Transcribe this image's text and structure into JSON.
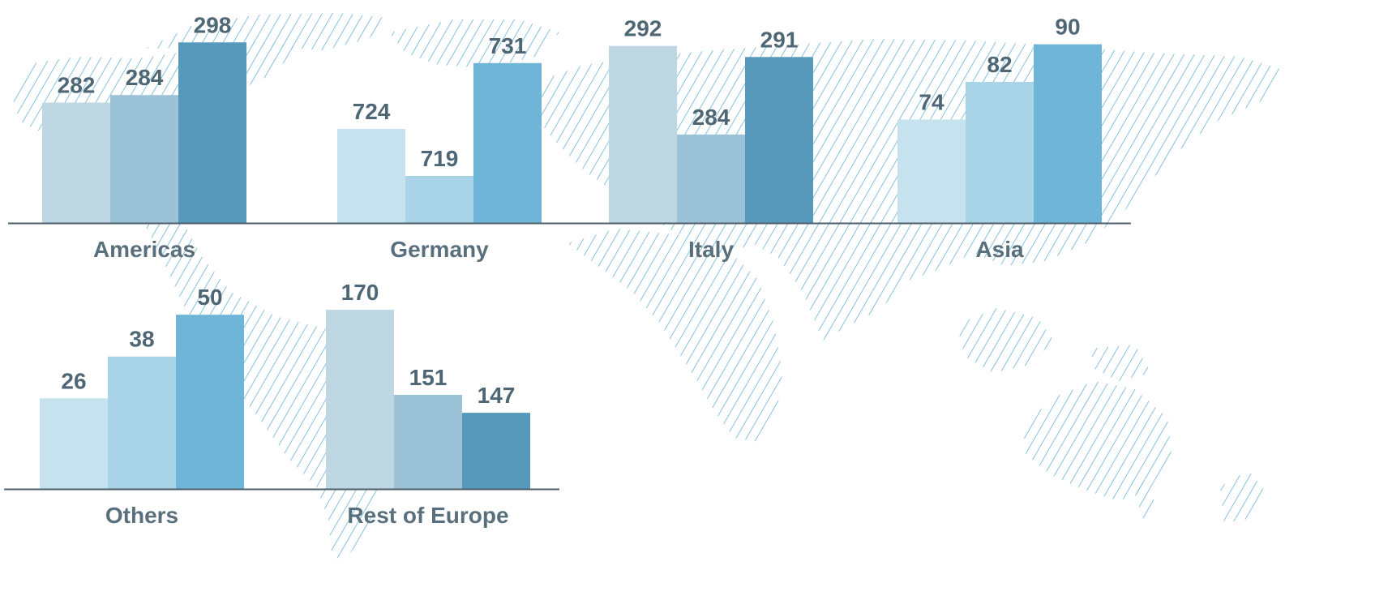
{
  "colors": {
    "label": "#4f6674",
    "axis": "#4c5f6b",
    "hatch": "#7fbfdc"
  },
  "chart_data": [
    {
      "type": "bar",
      "category": "Americas",
      "values": [
        282,
        284,
        298
      ],
      "ylim": [
        250,
        300
      ],
      "colors": [
        "#bfd6e3",
        "#9bc2d6",
        "#5799bb"
      ]
    },
    {
      "type": "bar",
      "category": "Germany",
      "values": [
        724,
        719,
        731
      ],
      "ylim": [
        714,
        734
      ],
      "colors": [
        "#c6e2ee",
        "#a9d3e6",
        "#6fb5d8"
      ]
    },
    {
      "type": "bar",
      "category": "Italy",
      "values": [
        292,
        284,
        291
      ],
      "ylim": [
        276,
        293
      ],
      "colors": [
        "#bfd6e3",
        "#9bc2d6",
        "#5799bb"
      ]
    },
    {
      "type": "bar",
      "category": "Asia",
      "values": [
        74,
        82,
        90
      ],
      "ylim": [
        52,
        92
      ],
      "colors": [
        "#c6e2ee",
        "#a9d3e6",
        "#6fb5d8"
      ]
    },
    {
      "type": "bar",
      "category": "Others",
      "values": [
        26,
        38,
        50
      ],
      "ylim": [
        0,
        54
      ],
      "colors": [
        "#c6e2ee",
        "#a9d3e6",
        "#6fb5d8"
      ]
    },
    {
      "type": "bar",
      "category": "Rest of Europe",
      "values": [
        170,
        151,
        147
      ],
      "ylim": [
        130,
        172
      ],
      "colors": [
        "#bfd6e3",
        "#9bc2d6",
        "#5799bb"
      ]
    }
  ]
}
